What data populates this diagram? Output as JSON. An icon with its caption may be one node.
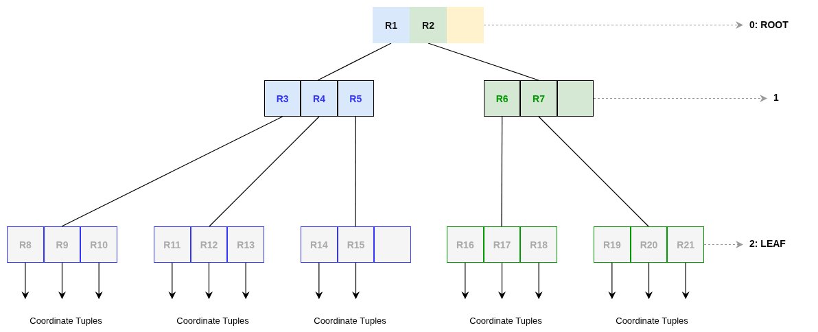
{
  "diagram": {
    "nodes": [
      {
        "text": [],
        "shape": "box"
      },
      {
        "text": [
          "R1"
        ],
        "in": 0
      },
      {
        "text": [
          "R2"
        ],
        "in": 0
      },
      {
        "text": [],
        "shape": "box",
        "in": 0
      },
      {
        "text": [
          "0: ROOT"
        ]
      },
      {
        "text": [],
        "shape": "box"
      },
      {
        "text": [
          "R3"
        ],
        "in": 5
      },
      {
        "text": [
          "R4"
        ],
        "in": 5
      },
      {
        "text": [
          "R5"
        ],
        "in": 5
      },
      {
        "text": [],
        "shape": "box"
      },
      {
        "text": [
          "R6"
        ],
        "in": 9
      },
      {
        "text": [
          "R7"
        ],
        "in": 9
      },
      {
        "text": [],
        "shape": "box",
        "in": 9
      },
      {
        "text": [
          "1"
        ]
      },
      {
        "text": [],
        "shape": "box"
      },
      {
        "text": [
          "R8"
        ],
        "in": 14
      },
      {
        "text": [
          "R9"
        ],
        "in": 14
      },
      {
        "text": [
          "R10"
        ],
        "in": 14
      },
      {
        "text": [],
        "shape": "box"
      },
      {
        "text": [
          "R11"
        ],
        "in": 18
      },
      {
        "text": [
          "R12"
        ],
        "in": 18
      },
      {
        "text": [
          "R13"
        ],
        "in": 18
      },
      {
        "text": [],
        "shape": "box"
      },
      {
        "text": [
          "R14"
        ],
        "in": 22
      },
      {
        "text": [
          "R15"
        ],
        "in": 22
      },
      {
        "text": [],
        "shape": "box",
        "in": 22
      },
      {
        "text": [],
        "shape": "box"
      },
      {
        "text": [
          "R16"
        ],
        "in": 26
      },
      {
        "text": [
          "R17"
        ],
        "in": 26
      },
      {
        "text": [
          "R18"
        ],
        "in": 26
      },
      {
        "text": [],
        "shape": "box"
      },
      {
        "text": [
          "R19"
        ],
        "in": 30
      },
      {
        "text": [
          "R20"
        ],
        "in": 30
      },
      {
        "text": [
          "R21"
        ],
        "in": 30
      },
      {
        "text": [
          "2: LEAF"
        ]
      }
    ],
    "edges": [
      {
        "from": 1,
        "to": 5,
        "arrow": "none"
      },
      {
        "from": 2,
        "to": 9,
        "arrow": "none"
      },
      {
        "from": 6,
        "to": 14,
        "arrow": "none"
      },
      {
        "from": 7,
        "to": 18,
        "arrow": "none"
      },
      {
        "from": 8,
        "to": 22,
        "arrow": "none"
      },
      {
        "from": 10,
        "to": 26,
        "arrow": "none"
      },
      {
        "from": 11,
        "to": 30,
        "arrow": "none"
      },
      {
        "from": 0,
        "to": 4,
        "arrow": "to",
        "style": "dashed",
        "color": "#999999"
      },
      {
        "from": 9,
        "to": 13,
        "arrow": "to",
        "style": "dashed",
        "color": "#999999"
      },
      {
        "from": 30,
        "to": 34,
        "arrow": "to",
        "style": "dashed",
        "color": "#999999"
      },
      {
        "from": 15,
        "to": null,
        "arrow": "to"
      },
      {
        "from": 16,
        "to": null,
        "arrow": "to"
      },
      {
        "from": 17,
        "to": null,
        "arrow": "to"
      },
      {
        "from": 19,
        "to": null,
        "arrow": "to"
      },
      {
        "from": 20,
        "to": null,
        "arrow": "to"
      },
      {
        "from": 21,
        "to": null,
        "arrow": "to"
      },
      {
        "from": 23,
        "to": null,
        "arrow": "to"
      },
      {
        "from": 24,
        "to": null,
        "arrow": "to"
      },
      {
        "from": 27,
        "to": null,
        "arrow": "to"
      },
      {
        "from": 28,
        "to": null,
        "arrow": "to"
      },
      {
        "from": 29,
        "to": null,
        "arrow": "to"
      },
      {
        "from": 31,
        "to": null,
        "arrow": "to"
      },
      {
        "from": 32,
        "to": null,
        "arrow": "to"
      },
      {
        "from": 33,
        "to": null,
        "arrow": "to"
      }
    ],
    "labels": [
      "Coordinate Tuples",
      "Coordinate Tuples",
      "Coordinate Tuples",
      "Coordinate Tuples",
      "Coordinate Tuples"
    ]
  }
}
